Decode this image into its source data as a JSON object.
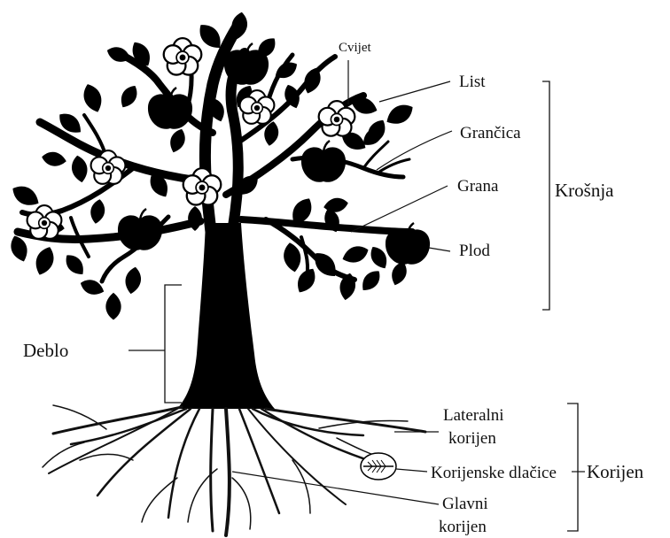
{
  "colors": {
    "ink": "#000000",
    "background": "#ffffff"
  },
  "labels": {
    "cvijet": "Cvijet",
    "list": "List",
    "grancica": "Grančica",
    "grana": "Grana",
    "plod": "Plod",
    "krosnja": "Krošnja",
    "deblo": "Deblo",
    "lateralni_1": "Lateralni",
    "lateralni_2": "korijen",
    "korijenske_dlacice": "Korijenske dlačice",
    "korijen": "Korijen",
    "glavni_1": "Glavni",
    "glavni_2": "korijen"
  }
}
